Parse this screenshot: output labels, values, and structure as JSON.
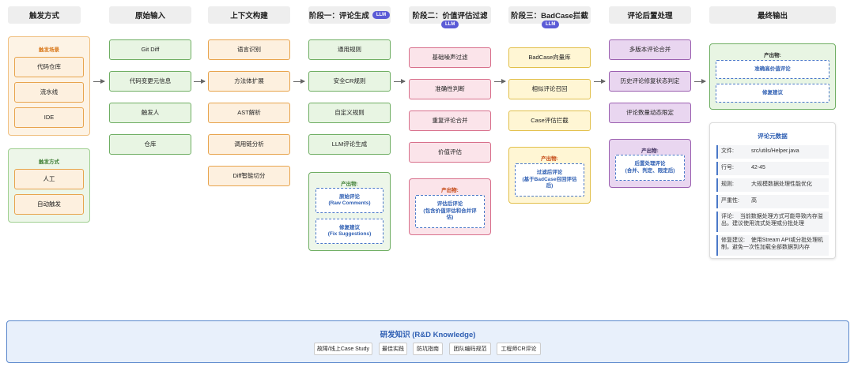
{
  "headers": {
    "trigger": "触发方式",
    "input": "原始输入",
    "context": "上下文构建",
    "stage1": "阶段一：评论生成",
    "stage2": "阶段二：价值评估过滤",
    "stage3": "阶段三：BadCase拦截",
    "post": "评论后置处理",
    "output": "最终输出",
    "llm_badge": "LLM"
  },
  "trigger": {
    "scene_title": "触发场景",
    "scene_items": [
      "代码仓库",
      "流水线",
      "IDE"
    ],
    "mode_title": "触发方式",
    "mode_items": [
      "人工",
      "自动触发"
    ]
  },
  "inputs": [
    "Git Diff",
    "代码变更元信息",
    "触发人",
    "仓库"
  ],
  "context": [
    "语言识别",
    "方法体扩展",
    "AST解析",
    "调用链分析",
    "Diff智能切分"
  ],
  "stage1": {
    "items": [
      "通用规则",
      "安全CR规则",
      "自定义规则",
      "LLM评论生成"
    ],
    "output_label": "产出物:",
    "outputs": [
      {
        "line1": "原始评论",
        "line2": "(Raw Comments)"
      },
      {
        "line1": "修复建议",
        "line2": "(Fix Suggestions)"
      }
    ]
  },
  "stage2": {
    "items": [
      "基础噪声过滤",
      "准确性判断",
      "重复评论合并",
      "价值评估"
    ],
    "output_label": "产出物:",
    "output_line1": "评估后评论",
    "output_line2": "(包含价值评估和合并评",
    "output_line3": "估)"
  },
  "stage3": {
    "items": [
      "BadCase向量库",
      "相似评论召回",
      "Case评估拦截"
    ],
    "output_label": "产出物:",
    "output_line1": "过滤后评论",
    "output_line2": "(基于BadCase召回评估",
    "output_line3": "后)"
  },
  "post": {
    "items": [
      "多版本评论合并",
      "历史评论修复状态判定",
      "评论数量动态限定"
    ],
    "output_label": "产出物:",
    "output_line1": "后置处理评论",
    "output_line2": "(合并、判定、限定后)"
  },
  "final": {
    "output_label": "产出物:",
    "outputs": [
      "准确高价值评论",
      "修复建议"
    ]
  },
  "meta": {
    "title": "评论元数据",
    "rows": [
      {
        "k": "文件:",
        "v": "src/utils/Helper.java"
      },
      {
        "k": "行号:",
        "v": "42-45"
      },
      {
        "k": "规则:",
        "v": "大规模数据处理性能优化"
      },
      {
        "k": "严重性:",
        "v": "高"
      },
      {
        "k": "评论:",
        "v": "当前数据处理方式可能导致内存溢出。建议使用流式处理或分批处理"
      },
      {
        "k": "修复建议:",
        "v": "使用Stream API或分批处理机制，避免一次性加载全部数据到内存"
      }
    ]
  },
  "knowledge": {
    "title": "研发知识 (R&D Knowledge)",
    "items": [
      "故障/线上Case Study",
      "最佳实践",
      "防坑指南",
      "团队编码规范",
      "工程师CR评论"
    ]
  },
  "colors": {
    "green": "#e8f5e3",
    "orange": "#fdf0df",
    "pink": "#fbe4ea",
    "yellow": "#fff6d4",
    "purple": "#e9d6f0",
    "blue_accent": "#4a78c8",
    "llm_badge": "#5b5bd6"
  }
}
